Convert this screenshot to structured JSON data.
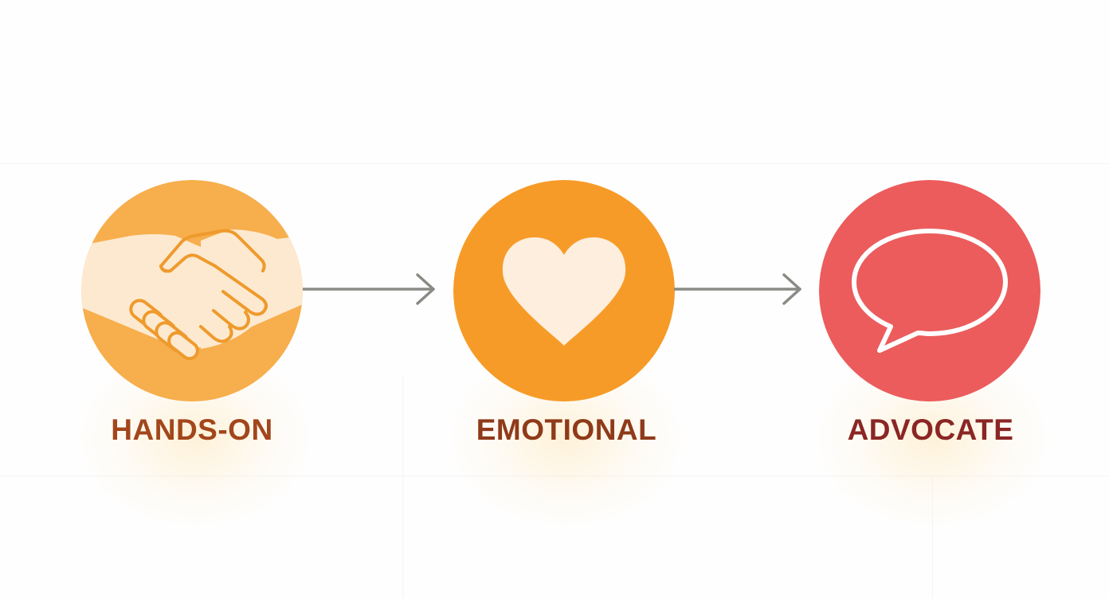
{
  "colors": {
    "hands_on_circle": "#F7AE4D",
    "emotional_circle": "#F79B28",
    "advocate_circle": "#EC5C5C",
    "hand_fill": "#FDE9CF",
    "hand_outline": "#EE9A2C",
    "heart_fill": "#FDEEDD",
    "bubble_outline": "#FFFFFF",
    "label_hands_on": "#A2461B",
    "label_emotional": "#8F3A19",
    "label_advocate": "#8A2624",
    "arrow": "#8A8A85"
  },
  "stages": [
    {
      "label": "HANDS-ON",
      "icon": "handshake-icon"
    },
    {
      "label": "EMOTIONAL",
      "icon": "heart-icon"
    },
    {
      "label": "ADVOCATE",
      "icon": "speech-bubble-icon"
    }
  ],
  "connectors": [
    {
      "from": "HANDS-ON",
      "to": "EMOTIONAL",
      "icon": "arrow-right-icon"
    },
    {
      "from": "EMOTIONAL",
      "to": "ADVOCATE",
      "icon": "arrow-right-icon"
    }
  ]
}
